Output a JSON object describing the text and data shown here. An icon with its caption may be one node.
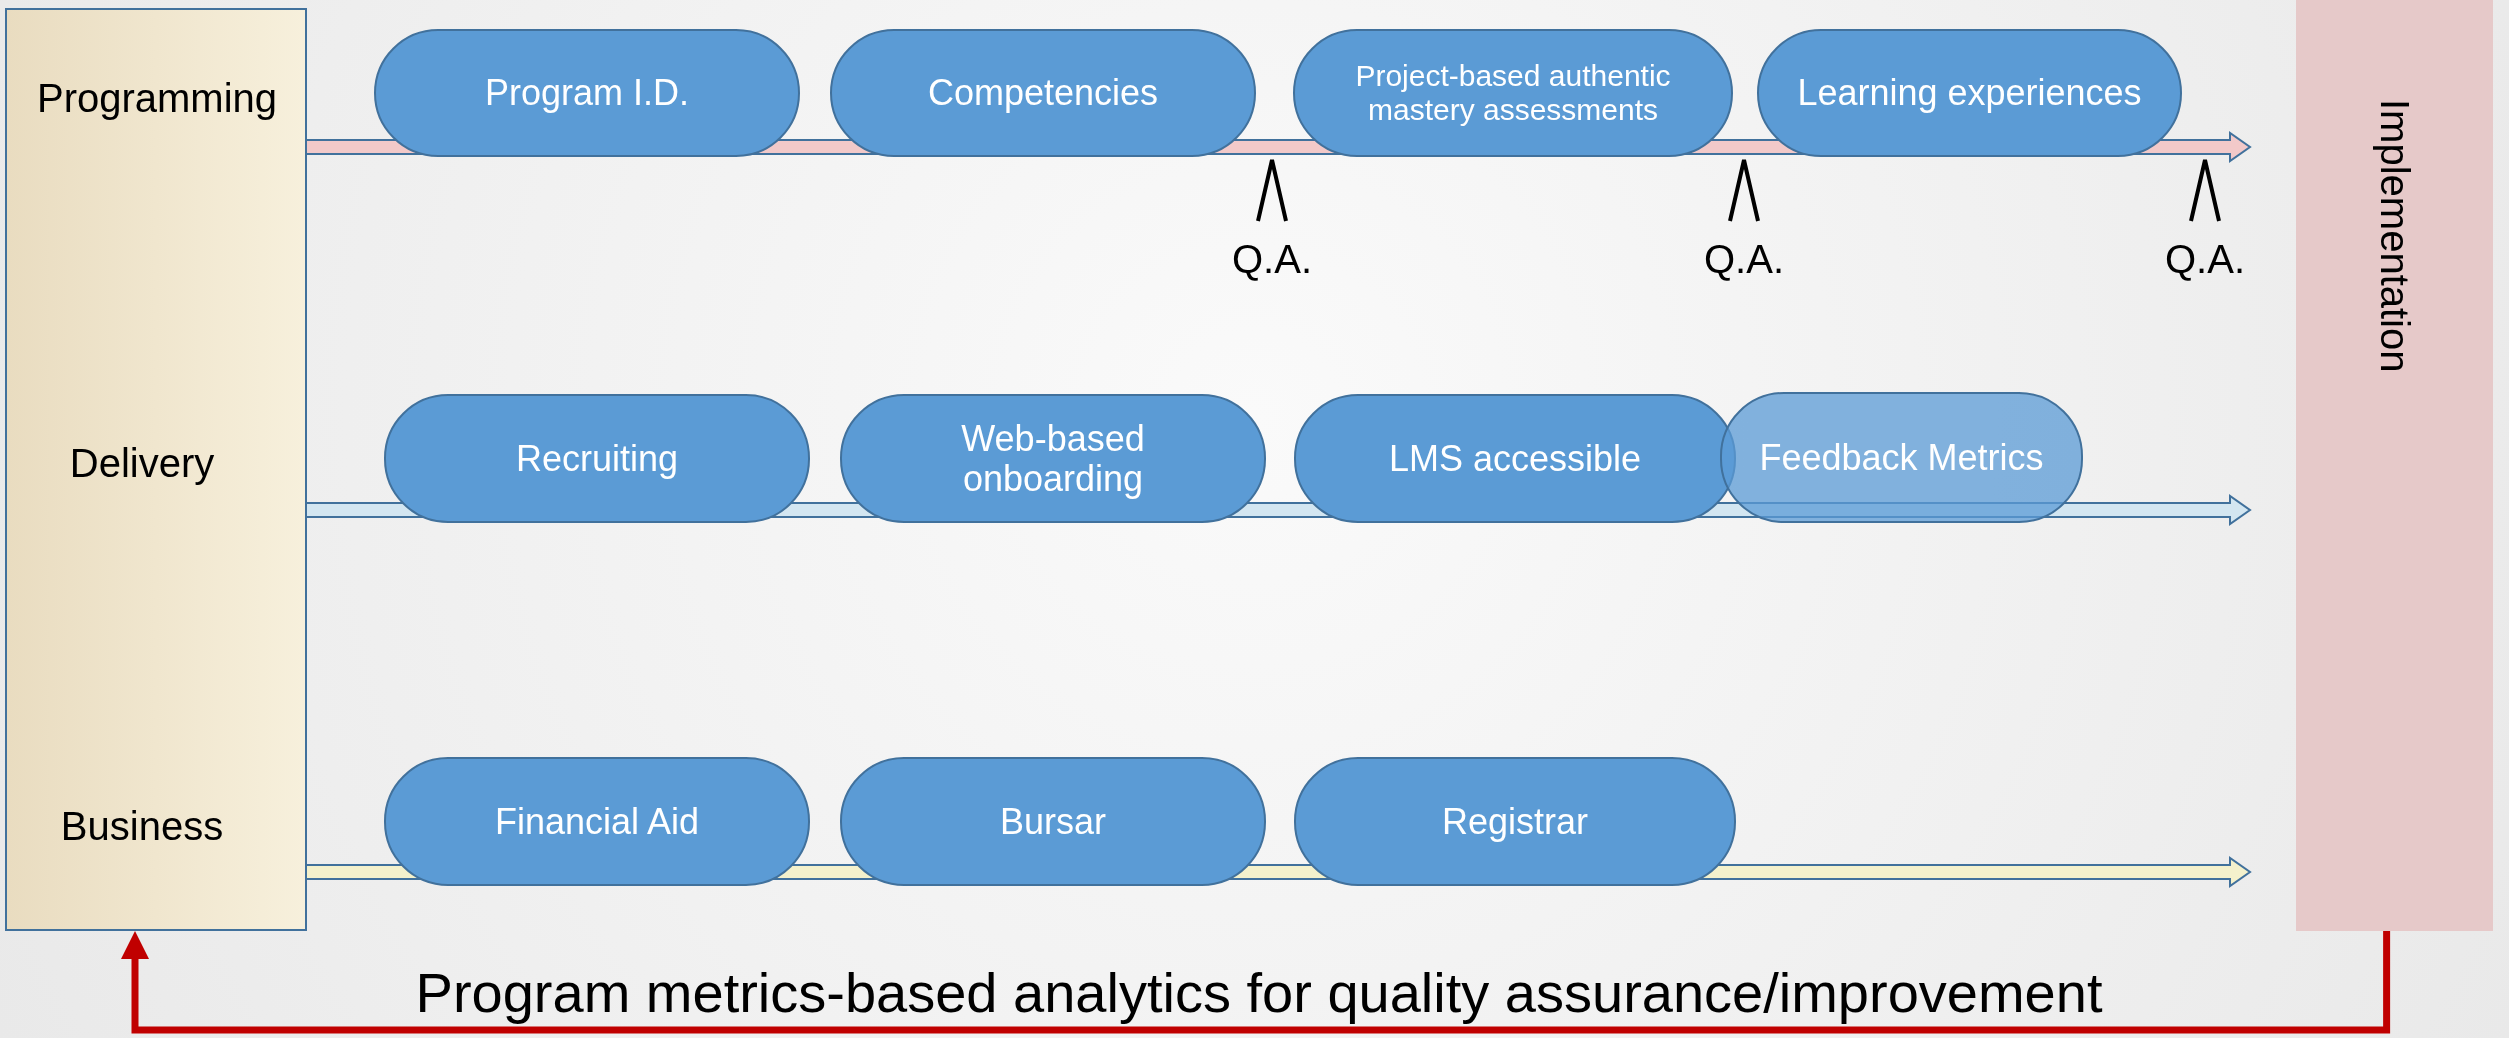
{
  "diagram": {
    "nodes": [
      {
        "text": [
          "Programming",
          "Delivery",
          "Business"
        ]
      },
      {
        "text": [
          "Program I.D."
        ]
      },
      {
        "text": [
          "Competencies"
        ]
      },
      {
        "text": [
          "Project-based authentic mastery assessments"
        ]
      },
      {
        "text": [
          "Learning experiences"
        ]
      },
      {
        "text": [
          "Recruiting"
        ]
      },
      {
        "text": [
          "Web-based onboarding"
        ]
      },
      {
        "text": [
          "LMS accessible"
        ]
      },
      {
        "text": [
          "Feedback Metrics"
        ]
      },
      {
        "text": [
          "Financial Aid"
        ]
      },
      {
        "text": [
          "Bursar"
        ]
      },
      {
        "text": [
          "Registrar"
        ]
      },
      {
        "text": [
          "Implementation"
        ]
      }
    ],
    "edges": [
      {
        "from": 0,
        "to": null,
        "arrow": "to",
        "color": "#f2c9c9"
      },
      {
        "from": 0,
        "to": null,
        "arrow": "to",
        "color": "#d3e6f1"
      },
      {
        "from": 0,
        "to": null,
        "arrow": "to",
        "color": "#f4f1cc"
      },
      {
        "from": 12,
        "to": 0,
        "arrow": "to",
        "label": "Program metrics-based analytics for quality assurance/improvement",
        "color": "#c00000"
      }
    ],
    "labels": [
      "Q.A.",
      "Q.A.",
      "Q.A."
    ]
  }
}
